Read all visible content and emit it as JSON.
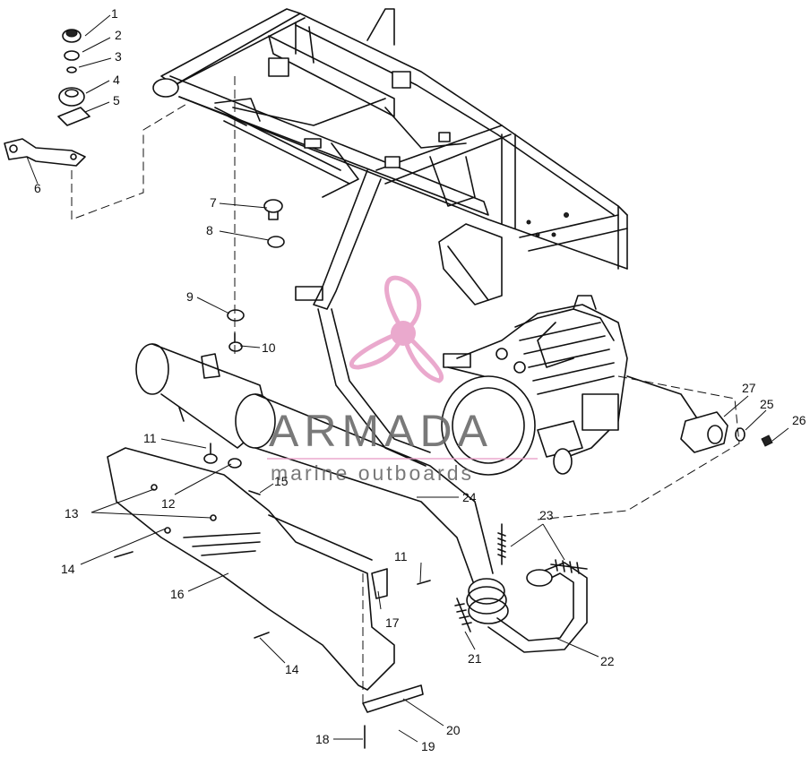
{
  "callouts": [
    "1",
    "2",
    "3",
    "4",
    "5",
    "6",
    "7",
    "8",
    "9",
    "10",
    "11",
    "12",
    "13",
    "14",
    "15",
    "16",
    "11",
    "17",
    "14",
    "18",
    "19",
    "20",
    "21",
    "22",
    "23",
    "24",
    "25",
    "26",
    "27"
  ],
  "watermark": {
    "brand": "ARMADA",
    "tagline": "marine outboards",
    "color": "#e8a0c8"
  }
}
